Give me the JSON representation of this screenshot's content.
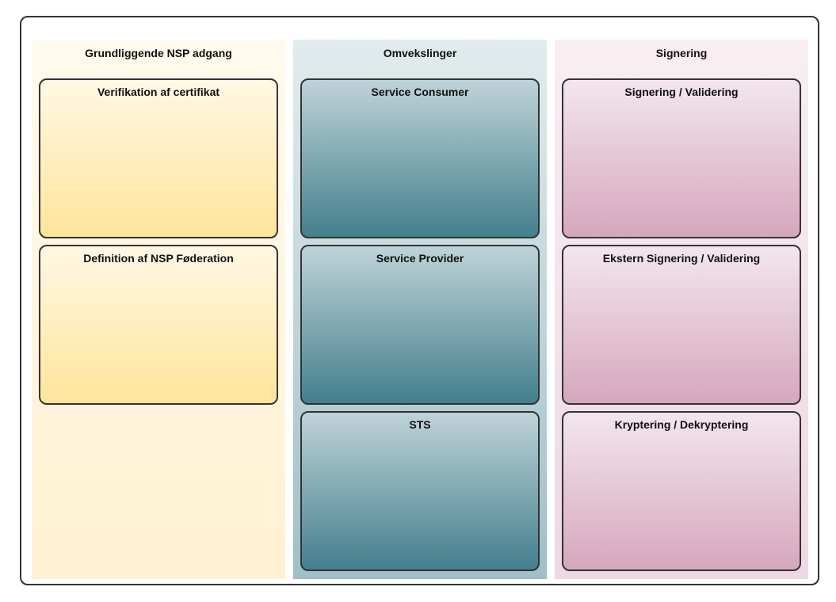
{
  "columns": [
    {
      "title": "Grundliggende NSP adgang",
      "cards": [
        "Verifikation af certifikat",
        "Definition af NSP Føderation"
      ]
    },
    {
      "title": "Omvekslinger",
      "cards": [
        "Service Consumer",
        "Service Provider",
        "STS"
      ]
    },
    {
      "title": "Signering",
      "cards": [
        "Signering / Validering",
        "Ekstern Signering / Validering",
        "Kryptering / Dekryptering"
      ]
    }
  ]
}
